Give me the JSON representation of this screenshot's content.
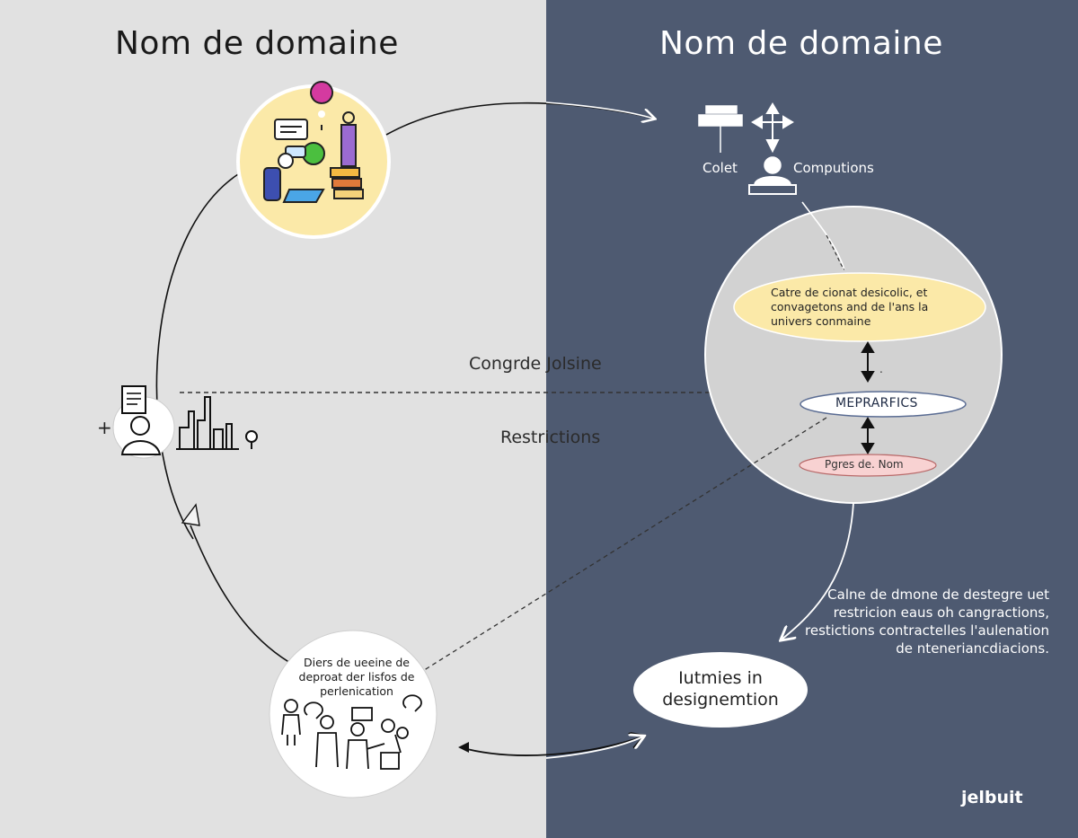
{
  "titles": {
    "left": "Nom de domaine",
    "right": "Nom de domaine"
  },
  "icons_right": {
    "left_label": "Colet",
    "right_label": "Computions"
  },
  "oval_text": "Catre de cionat desicolic, et convagetons and de l'ans la univers conmaine",
  "pill_primary": "MEPRARFICS",
  "pill_secondary": "Pgres de. Nom",
  "mid_labels": {
    "top": "Congrde Jolsine",
    "bottom": "Restrictions"
  },
  "description_right": "Calne de dmone de destegre uet restricion eaus oh cangractions, restictions contractelles l'aulenation de nteneriancdiacions.",
  "designation": "Iutmies in designemtion",
  "bottom_circle_text": "Diers de ueeine de deproat der lisfos de perlenication",
  "brand": "jelbuit",
  "colors": {
    "left_bg": "#e1e1e1",
    "right_bg": "#4e5a71",
    "top_circle": "#fbe9a8",
    "oval": "#fbe9a8",
    "pill_secondary": "#f8d2d2"
  }
}
